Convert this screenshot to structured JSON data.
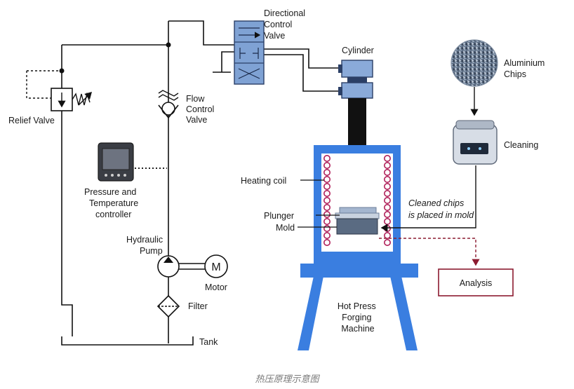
{
  "labels": {
    "directional_control_valve": [
      "Directional",
      "Control",
      "Valve"
    ],
    "cylinder": "Cylinder",
    "aluminium_chips": [
      "Aluminium",
      "Chips"
    ],
    "cleaning": "Cleaning",
    "relief_valve": "Relief Valve",
    "flow_control_valve": [
      "Flow",
      "Control",
      "Valve"
    ],
    "pressure_temperature_controller": [
      "Pressure and",
      "Temperature",
      "controller"
    ],
    "heating_coil": "Heating coil",
    "cleaned_chips": [
      "Cleaned chips",
      "is placed in mold"
    ],
    "plunger": "Plunger",
    "mold": "Mold",
    "hydraulic_pump": [
      "Hydraulic",
      "Pump"
    ],
    "motor_symbol": "M",
    "motor": "Motor",
    "analysis": "Analysis",
    "filter": "Filter",
    "tank": "Tank",
    "machine": [
      "Hot Press",
      "Forging",
      "Machine"
    ]
  },
  "caption": "热压原理示意图",
  "colors": {
    "machine_blue": "#3a7ee0",
    "valve_blue": "#7fa2d4",
    "cylinder_blue": "#8aaad9",
    "coil_red": "#b0205a",
    "analysis_red": "#8c1b30",
    "pipe_black": "#111111"
  }
}
